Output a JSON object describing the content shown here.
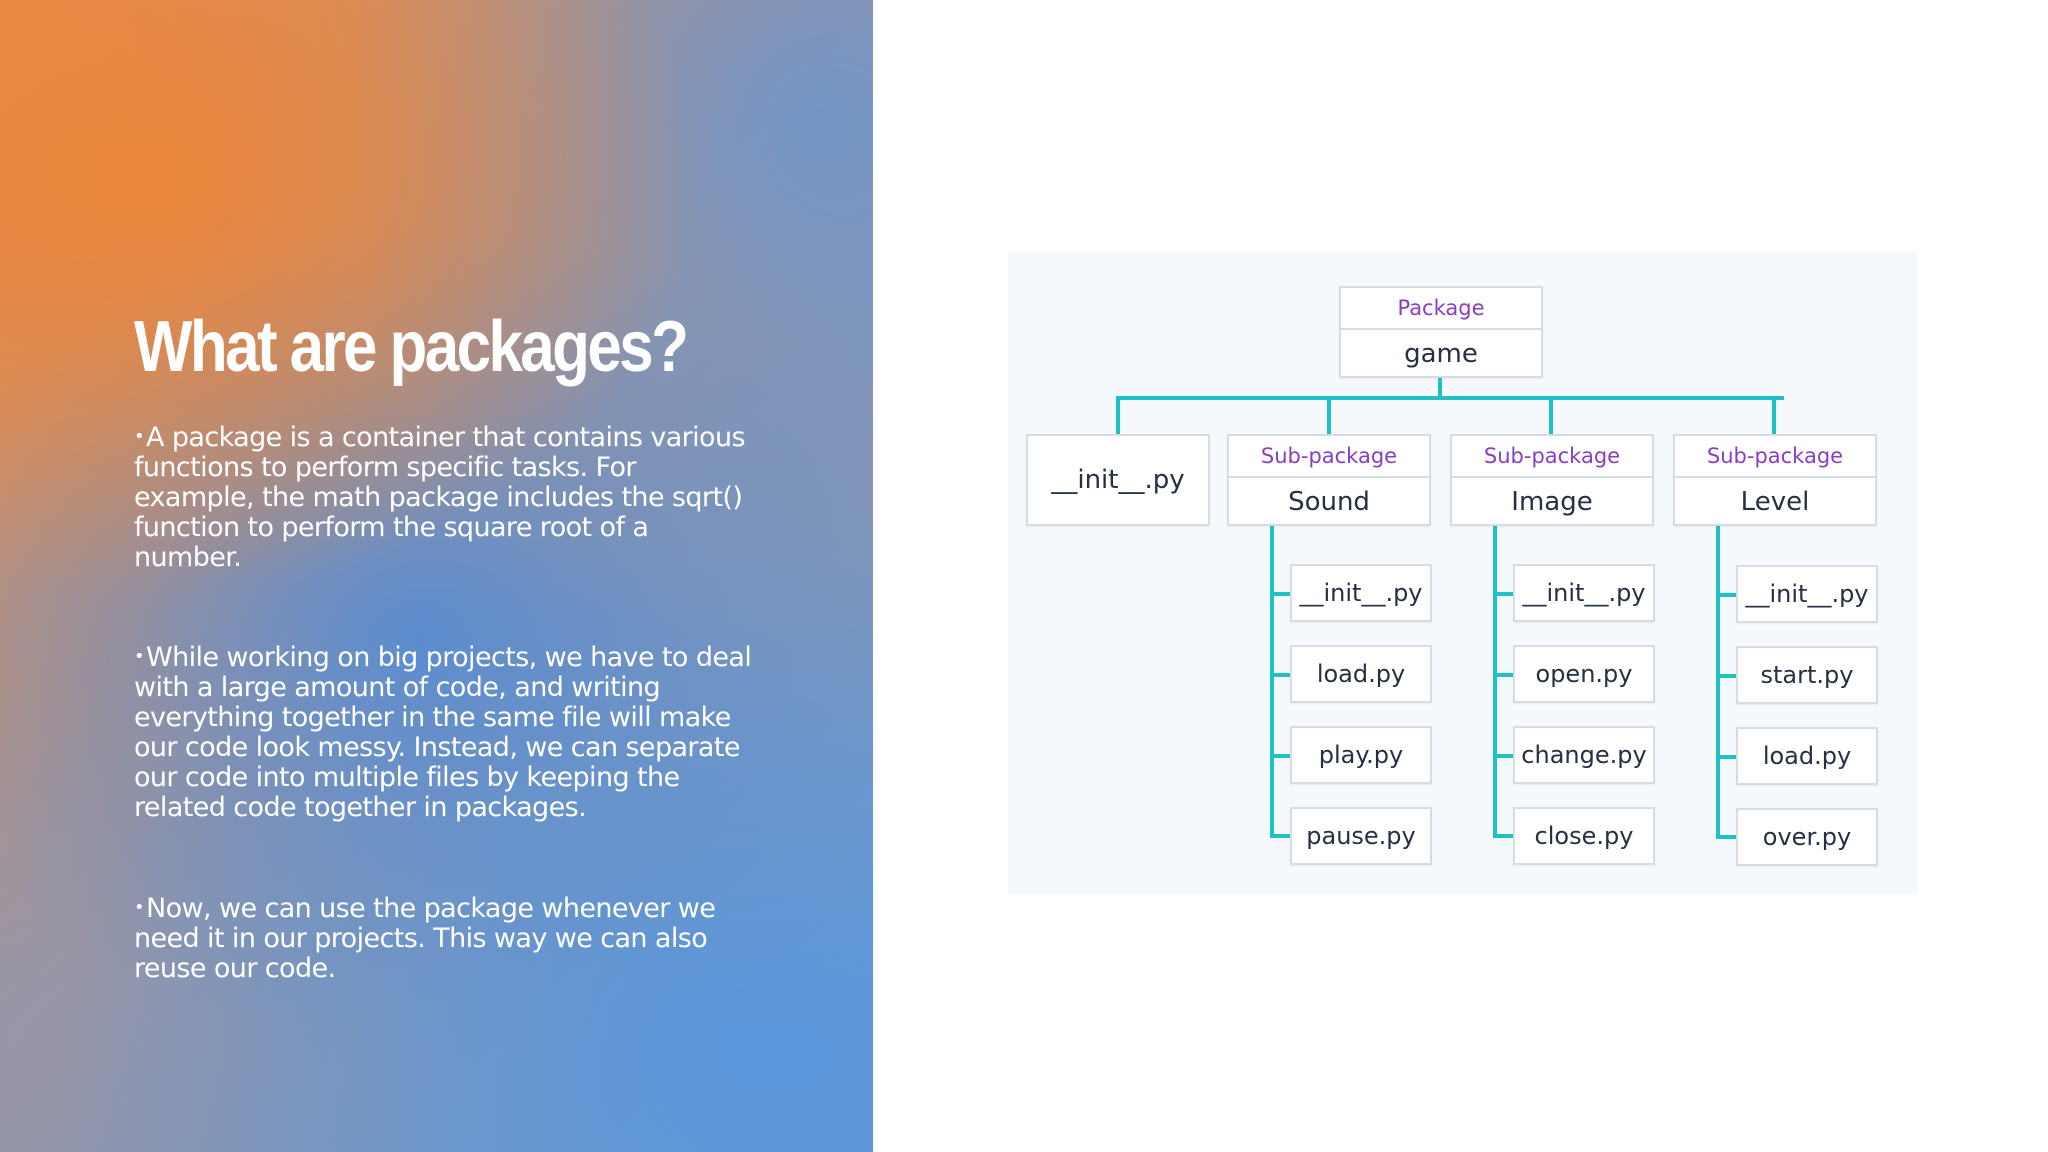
{
  "slide": {
    "title": "What are packages?",
    "bullets": [
      "A package is a container that contains various functions to perform specific tasks. For example, the math package includes the sqrt() function to perform the square root of a number.",
      "While working on big projects, we have to deal with a large amount of code, and writing everything together in the same file will make our code look messy. Instead, we can separate our code into multiple files by keeping the related code together in packages.",
      "Now, we can use the package whenever we need it in our projects. This way we can also reuse our code."
    ],
    "bullet_marker": "•"
  },
  "diagram": {
    "root": {
      "kind": "Package",
      "name": "game"
    },
    "root_init": "__init__.py",
    "subpackages": [
      {
        "kind": "Sub-package",
        "name": "Sound",
        "files": [
          "__init__.py",
          "load.py",
          "play.py",
          "pause.py"
        ]
      },
      {
        "kind": "Sub-package",
        "name": "Image",
        "files": [
          "__init__.py",
          "open.py",
          "change.py",
          "close.py"
        ]
      },
      {
        "kind": "Sub-package",
        "name": "Level",
        "files": [
          "__init__.py",
          "start.py",
          "load.py",
          "over.py"
        ]
      }
    ],
    "colors": {
      "connector": "#1ec2c6",
      "kind_label": "#8a3ec4",
      "node_border": "#d6dce3",
      "text": "#253043"
    }
  }
}
